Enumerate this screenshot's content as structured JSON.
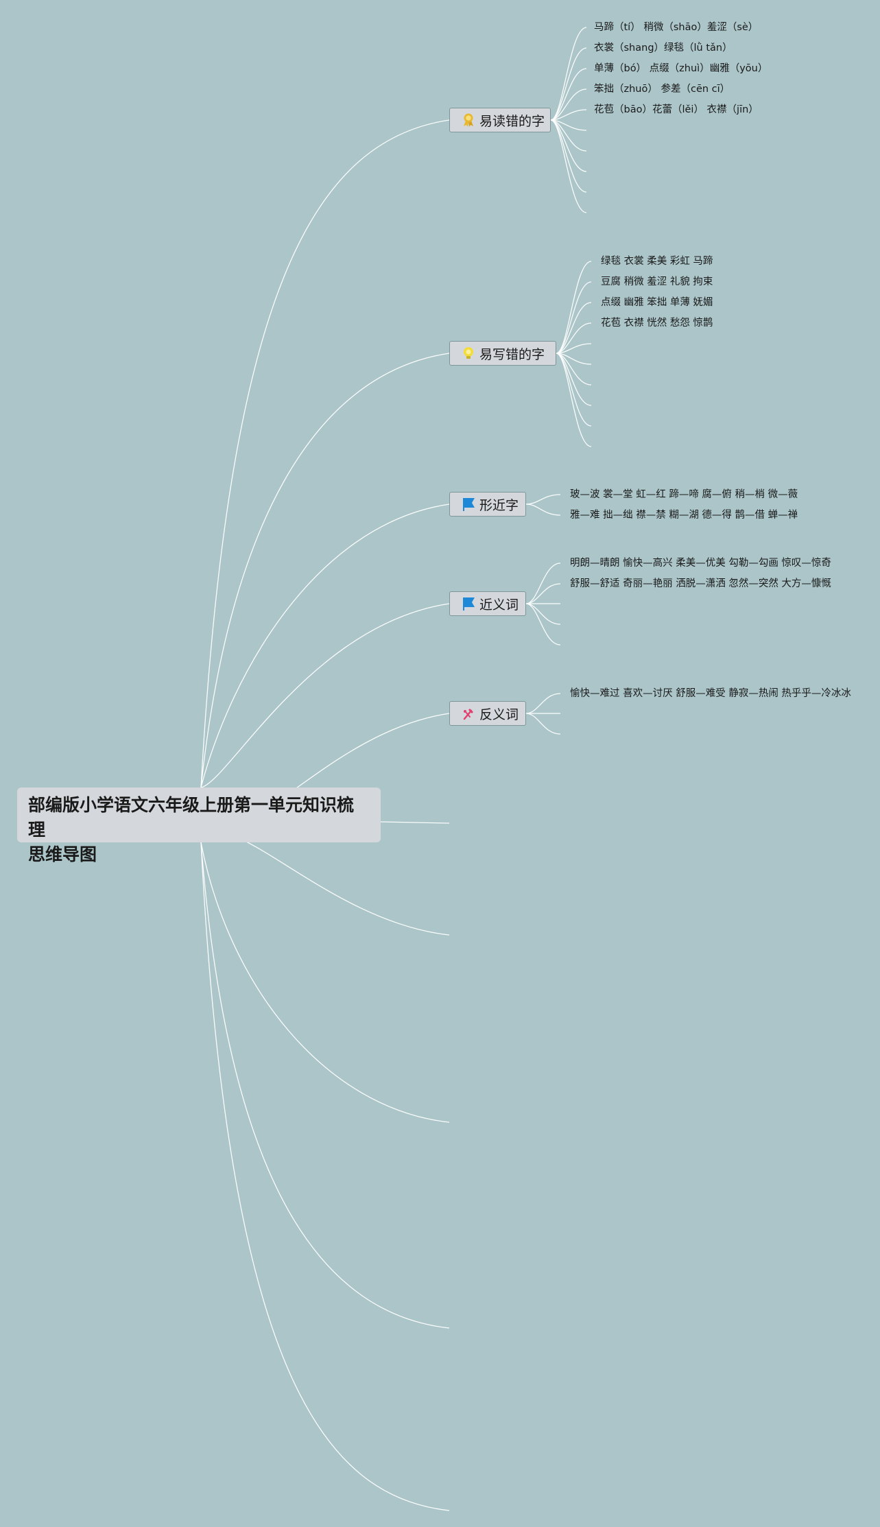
{
  "root": {
    "title_line1": "部编版小学语文六年级上册第一单元知识梳理",
    "title_line2": "思维导图"
  },
  "topics": [
    {
      "label": "易读错的字",
      "icon": "award-ribbon-icon",
      "items": [
        "马蹄（tí） 稍微（shāo）羞涩（sè）",
        "衣裳（shang）绿毯（lǜ tǎn）",
        "单薄（bó） 点缀（zhuì）幽雅（yōu）",
        "笨拙（zhuō） 参差（cēn cī）",
        "花苞（bāo）花蕾（lěi） 衣襟（jīn）"
      ]
    },
    {
      "label": "易写错的字",
      "icon": "lightbulb-icon",
      "items": [
        "绿毯 衣裳 柔美 彩虹 马蹄",
        "豆腐 稍微 羞涩 礼貌 拘束",
        "点缀 幽雅 笨拙 单薄 妩媚",
        "花苞 衣襟 恍然 愁怨 惊鹊"
      ]
    },
    {
      "label": "形近字",
      "icon": "blue-flag-icon",
      "items": [
        "玻—波 裳—堂 虹—红 蹄—啼 腐—俯 稍—梢 微—薇",
        "雅—难 拙—绌 襟—禁 糊—湖 德—得 鹊—借 蝉—禅"
      ]
    },
    {
      "label": "近义词",
      "icon": "blue-flag-icon",
      "items": [
        "明朗—晴朗 愉快—高兴 柔美—优美 勾勒—勾画 惊叹—惊奇",
        "舒服—舒适 奇丽—艳丽 洒脱—潇洒 忽然—突然 大方—慷慨"
      ]
    },
    {
      "label": "反义词",
      "icon": "tools-icon",
      "items": [
        "愉快—难过 喜欢—讨厌 舒服—难受 静寂—热闹 热乎乎—冷冰冰"
      ]
    }
  ],
  "colors": {
    "background": "#abc5c9",
    "node_fill": "#d4d8dc",
    "node_border": "#7e9599",
    "connector": "#ffffff",
    "flag": "#1e88d8",
    "bulb": "#f2dd3a",
    "award": "#e8b830",
    "tools": "#e04070"
  }
}
